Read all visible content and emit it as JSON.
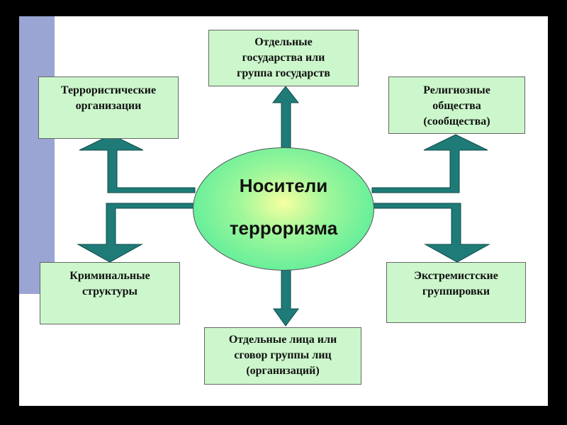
{
  "center": {
    "line1": "Носители",
    "line2": "терроризма"
  },
  "nodes": {
    "top": [
      "Отдельные",
      "государства или",
      "группа государств"
    ],
    "top_left": [
      "Террористические",
      "организации"
    ],
    "top_right": [
      "Религиозные",
      "общества",
      "(сообщества)"
    ],
    "bottom_left": [
      "Криминальные",
      "структуры"
    ],
    "bottom_right": [
      "Экстремистские",
      "группировки"
    ],
    "bottom": [
      "Отдельные лица или",
      "сговор группы лиц",
      "(организаций)"
    ]
  },
  "colors": {
    "arrow": "#1e7b78",
    "box": "#ccf7cc",
    "accent_bar": "#9aa5d3"
  }
}
